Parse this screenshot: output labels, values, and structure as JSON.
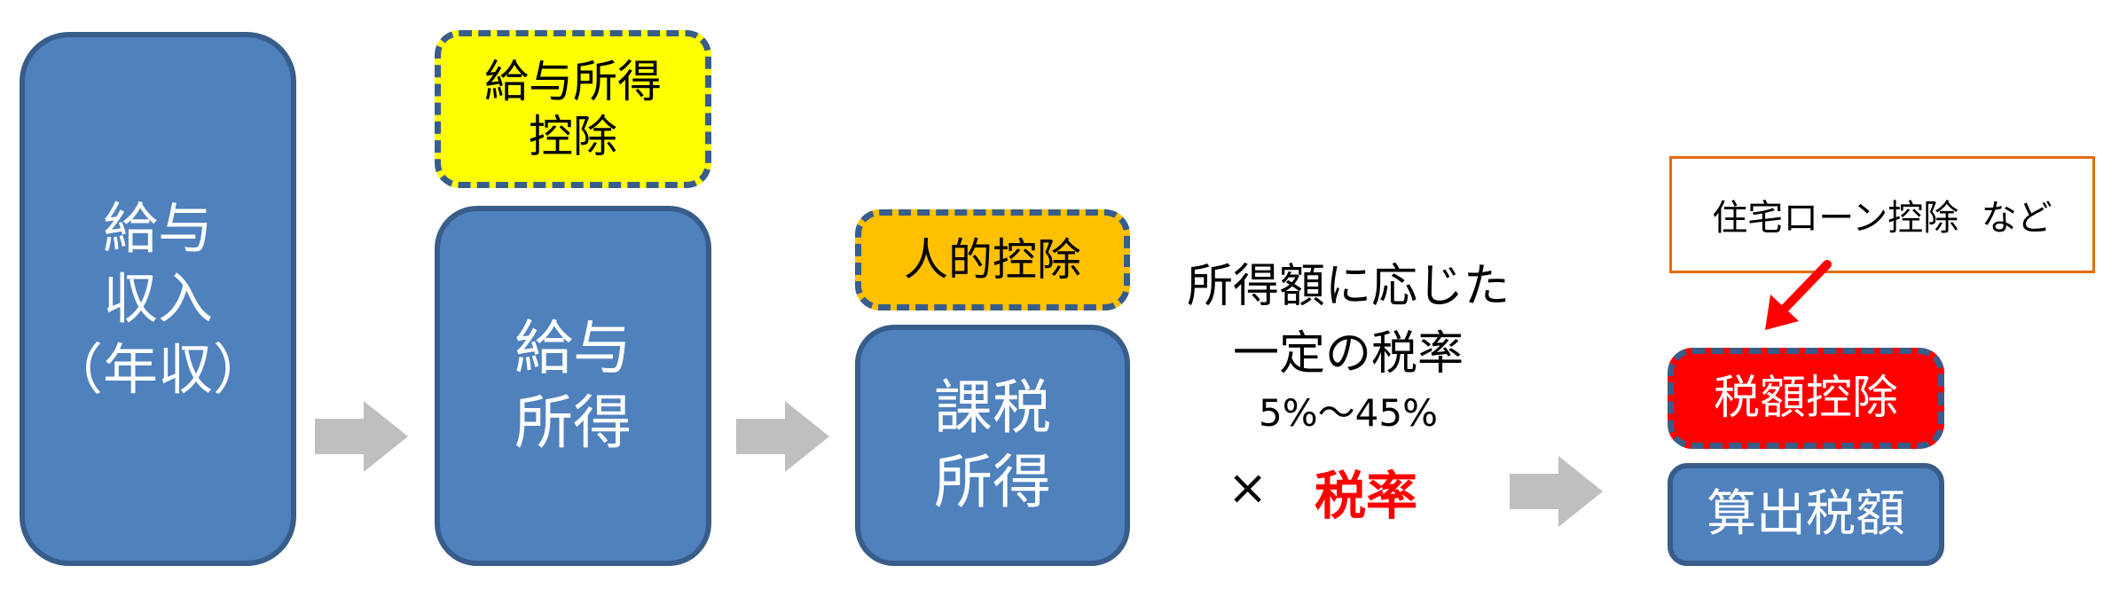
{
  "boxes": {
    "salary_income": [
      "給与",
      "収入",
      "（年収）"
    ],
    "salary_deduction": [
      "給与所得",
      "控除"
    ],
    "salary_earnings": [
      "給与",
      "所得"
    ],
    "personal_deduction": "人的控除",
    "taxable_income": [
      "課税",
      "所得"
    ],
    "tax_credit": "税額控除",
    "computed_tax": "算出税額",
    "housing_note": "住宅ローン控除  など"
  },
  "rate": {
    "line1": "所得額に応じた",
    "line2": "一定の税率",
    "range": "5%〜45%",
    "times": "×",
    "label": "税率"
  },
  "colors": {
    "box_fill": "#4f81bd",
    "box_border": "#385d8a",
    "yellow": "#ffff00",
    "orange": "#ffc000",
    "red": "#ff0000",
    "arrow_gray": "#bfbfbf",
    "note_border": "#e46c0a"
  }
}
